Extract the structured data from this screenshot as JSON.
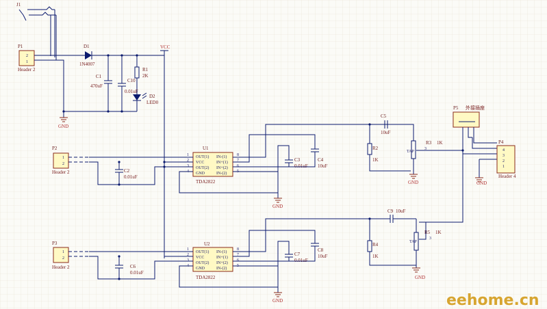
{
  "connectors": {
    "j1": "J1",
    "p1": {
      "ref": "P1",
      "name": "Header 2",
      "pins": [
        "2",
        "1"
      ]
    },
    "p2": {
      "ref": "P2",
      "name": "Header 2",
      "pins": [
        "1",
        "2"
      ]
    },
    "p3": {
      "ref": "P3",
      "name": "Header 2",
      "pins": [
        "1",
        "2"
      ]
    },
    "p4": {
      "ref": "P4",
      "name": "Header 4",
      "pins": [
        "4",
        "3",
        "2",
        "1"
      ]
    },
    "p5": {
      "ref": "P5",
      "name": "外接插座"
    }
  },
  "diode": {
    "ref": "D1",
    "value": "1N4007"
  },
  "led": {
    "ref": "D2",
    "value": "LED0"
  },
  "resistors": {
    "r1": {
      "ref": "R1",
      "value": "2K"
    },
    "r2": {
      "ref": "R2",
      "value": "1K"
    },
    "r3": {
      "ref": "R3",
      "value": "1K",
      "pin": "3"
    },
    "r4": {
      "ref": "R4",
      "value": "1K"
    },
    "r5": {
      "ref": "R5",
      "value": "1K",
      "pin": "3"
    }
  },
  "capacitors": {
    "c1": {
      "ref": "C1",
      "value": "470uF"
    },
    "c10": {
      "ref": "C10",
      "value": "0.01uF"
    },
    "c2": {
      "ref": "C2",
      "value": "0.01uF"
    },
    "c3": {
      "ref": "C3",
      "value": "0.01uF"
    },
    "c4": {
      "ref": "C4",
      "value": "10uF"
    },
    "c5": {
      "ref": "C5",
      "value": "10uF"
    },
    "c6": {
      "ref": "C6",
      "value": "0.01uF"
    },
    "c7": {
      "ref": "C7",
      "value": "0.01uF"
    },
    "c8": {
      "ref": "C8",
      "value": "10uF"
    },
    "c9": {
      "ref": "C9",
      "value": "10uF"
    }
  },
  "ics": {
    "u1": {
      "ref": "U1",
      "part": "TDA2822"
    },
    "u2": {
      "ref": "U2",
      "part": "TDA2822"
    },
    "left_pins": [
      "OUT(1)",
      "VCC",
      "OUT(2)",
      "GND"
    ],
    "right_pins": [
      "IN-(1)",
      "IN+(1)",
      "IN+(2)",
      "IN-(2)"
    ],
    "left_nums": [
      "1",
      "2",
      "3",
      "4"
    ],
    "right_nums": [
      "8",
      "7",
      "6",
      "5"
    ]
  },
  "nets": {
    "vcc": "VCC",
    "gnd": "GND",
    "tap": "TAP"
  },
  "watermark": "eehome.cn"
}
